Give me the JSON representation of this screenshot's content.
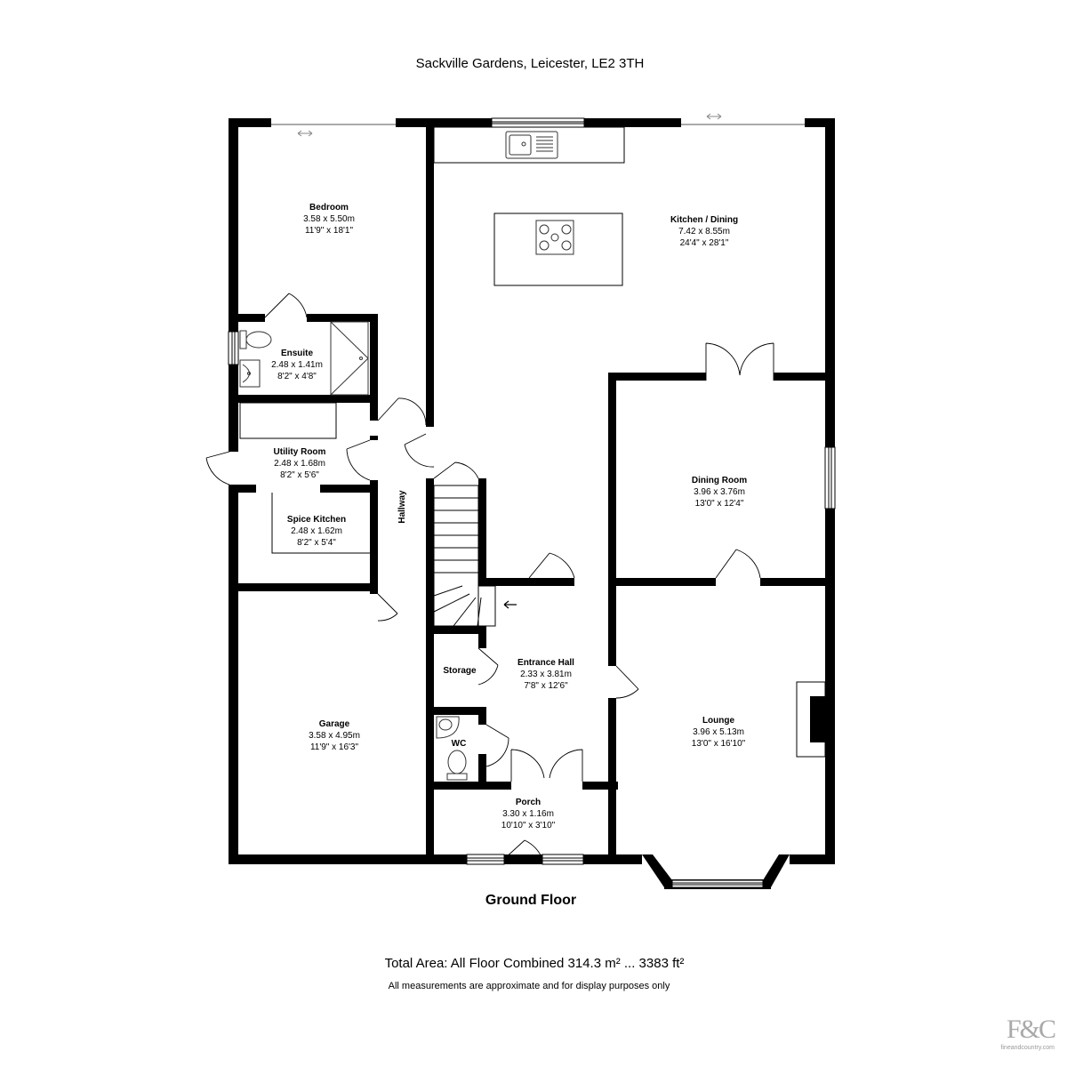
{
  "header": {
    "address": "Sackville Gardens, Leicester, LE2 3TH"
  },
  "floor": {
    "name": "Ground Floor"
  },
  "rooms": {
    "bedroom": {
      "name": "Bedroom",
      "metric": "3.58 x 5.50m",
      "imperial": "11'9\" x 18'1\""
    },
    "kitchen": {
      "name": "Kitchen / Dining",
      "metric": "7.42 x 8.55m",
      "imperial": "24'4\" x 28'1\""
    },
    "ensuite": {
      "name": "Ensuite",
      "metric": "2.48 x 1.41m",
      "imperial": "8'2\" x 4'8\""
    },
    "utility": {
      "name": "Utility Room",
      "metric": "2.48 x 1.68m",
      "imperial": "8'2\" x 5'6\""
    },
    "spice_kitchen": {
      "name": "Spice Kitchen",
      "metric": "2.48 x 1.62m",
      "imperial": "8'2\" x 5'4\""
    },
    "hallway": {
      "name": "Hallway"
    },
    "dining": {
      "name": "Dining Room",
      "metric": "3.96 x 3.76m",
      "imperial": "13'0\" x 12'4\""
    },
    "storage": {
      "name": "Storage"
    },
    "entrance_hall": {
      "name": "Entrance Hall",
      "metric": "2.33 x 3.81m",
      "imperial": "7'8\" x 12'6\""
    },
    "wc": {
      "name": "WC"
    },
    "garage": {
      "name": "Garage",
      "metric": "3.58 x 4.95m",
      "imperial": "11'9\" x 16'3\""
    },
    "lounge": {
      "name": "Lounge",
      "metric": "3.96 x 5.13m",
      "imperial": "13'0\" x 16'10\""
    },
    "porch": {
      "name": "Porch",
      "metric": "3.30 x 1.16m",
      "imperial": "10'10\" x 3'10\""
    }
  },
  "footer": {
    "total_area": "Total Area: All Floor Combined 314.3 m² ... 3383 ft²",
    "disclaimer": "All measurements are approximate and for display purposes only"
  },
  "brand": {
    "mark": "F&C",
    "site": "fineandcountry.com"
  },
  "icons": [
    "sliding-door-arrow-icon",
    "sink-icon",
    "hob-icon",
    "toilet-icon",
    "basin-icon",
    "shower-tray-icon",
    "fireplace-icon",
    "stair-direction-arrow-icon"
  ],
  "colors": {
    "wall": "#000000",
    "background": "#ffffff",
    "fixture_line": "#333333",
    "brand": "#a9a9a9"
  }
}
